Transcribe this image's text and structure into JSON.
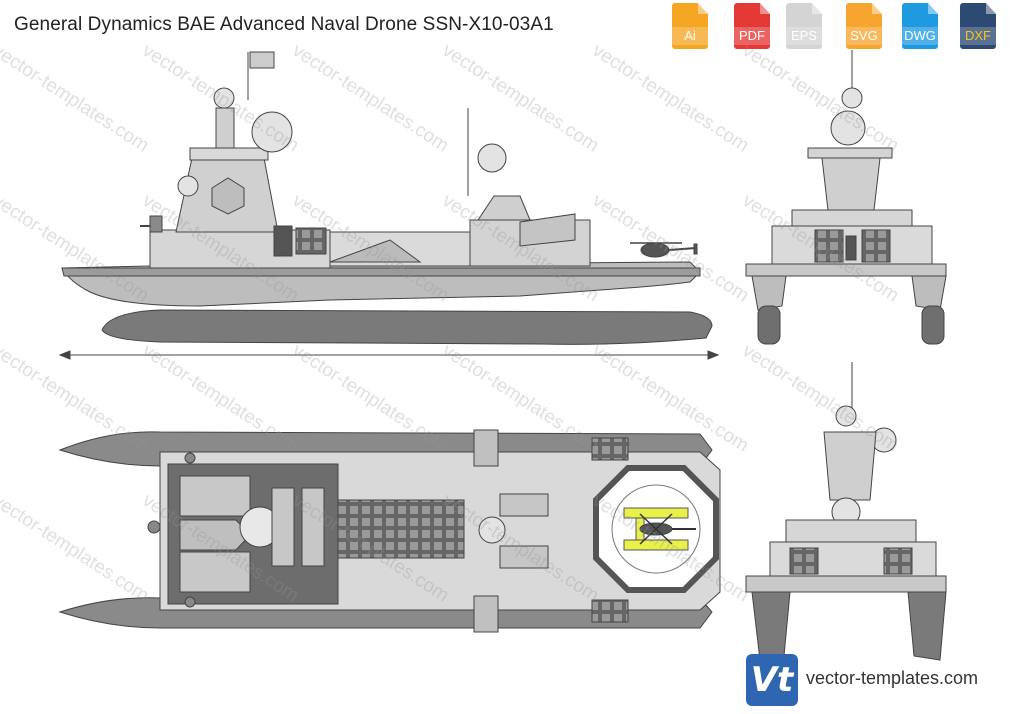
{
  "title": "General Dynamics BAE Advanced Naval Drone SSN-X10-03A1",
  "formats": [
    {
      "label": "Ai",
      "color": "#f5a623",
      "icon": "file-ai-icon"
    },
    {
      "label": "PDF",
      "color": "#e53935",
      "icon": "file-pdf-icon"
    },
    {
      "label": "EPS",
      "color": "#d8d8d8",
      "icon": "file-eps-icon"
    },
    {
      "label": "SVG",
      "color": "#f6a531",
      "icon": "file-svg-icon"
    },
    {
      "label": "DWG",
      "color": "#1e9be0",
      "icon": "file-dwg-icon"
    },
    {
      "label": "DXF",
      "color": "#2d4a73",
      "icon": "file-dxf-icon"
    }
  ],
  "watermark": "vector-templates.com",
  "footer": {
    "logo_text": "Vt",
    "site": "vector-templates.com"
  },
  "colors": {
    "hull_light": "#d7d7d7",
    "hull_dark": "#777777",
    "outline": "#444444",
    "helipad_mark": "#e8f04a",
    "helipad_ring": "#555555"
  }
}
